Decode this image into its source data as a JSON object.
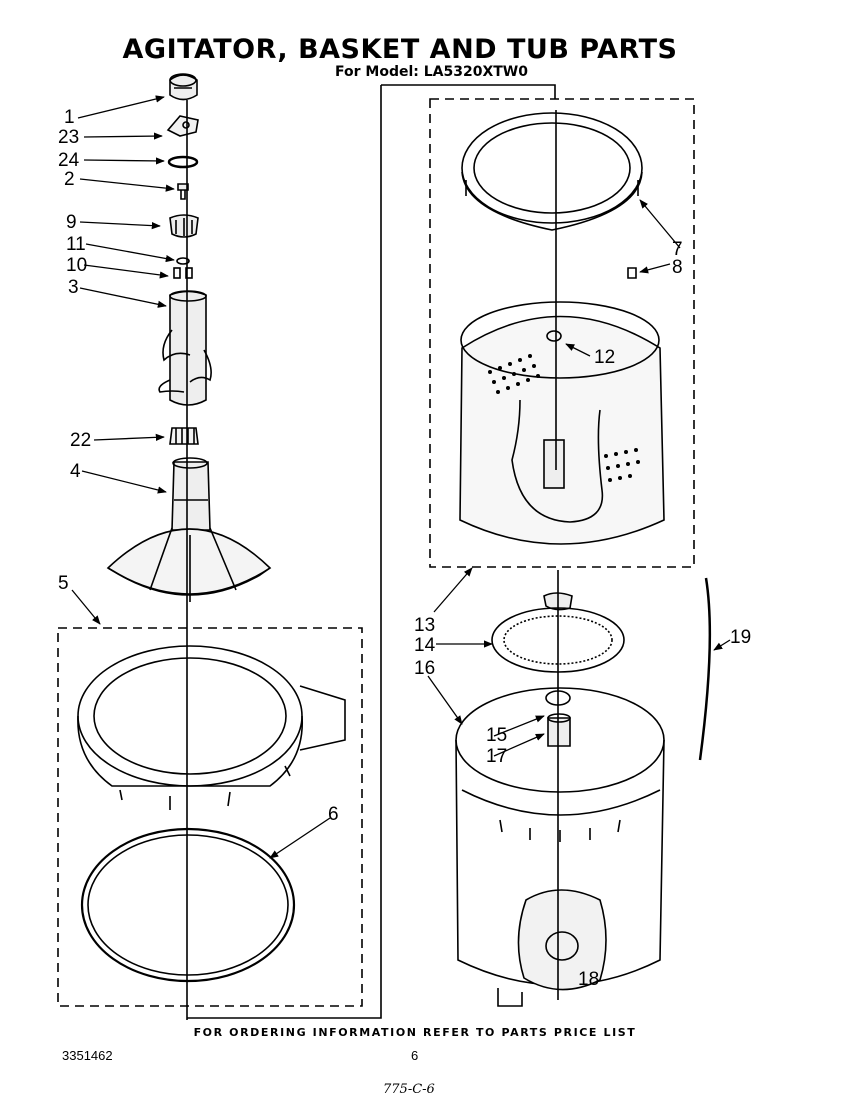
{
  "title": "AGITATOR, BASKET AND TUB PARTS",
  "model_line": "For Model: LA5320XTW0",
  "footer_note": "FOR ORDERING INFORMATION REFER TO PARTS PRICE LIST",
  "document_number": "3351462",
  "page_number": "6",
  "handwritten_note": "775-C-6",
  "callouts": {
    "c1": "1",
    "c23": "23",
    "c24": "24",
    "c2": "2",
    "c9": "9",
    "c11": "11",
    "c10": "10",
    "c3": "3",
    "c22": "22",
    "c4": "4",
    "c5": "5",
    "c6": "6",
    "c7": "7",
    "c8": "8",
    "c12": "12",
    "c13": "13",
    "c14": "14",
    "c16": "16",
    "c15": "15",
    "c17": "17",
    "c18": "18",
    "c19": "19"
  }
}
